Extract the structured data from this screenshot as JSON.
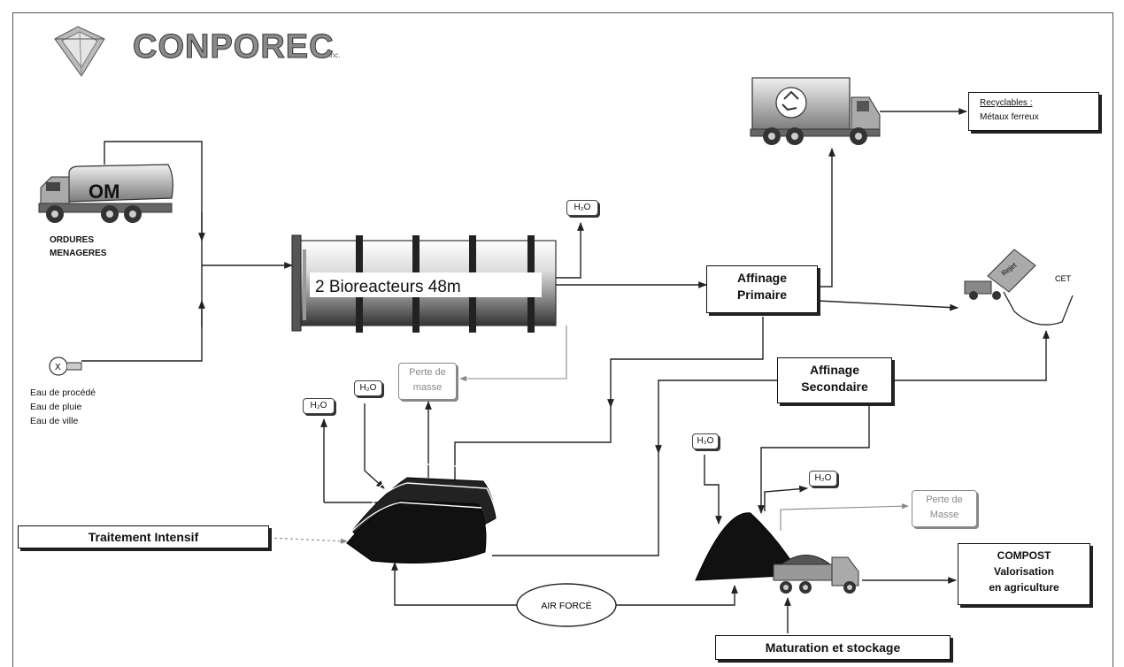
{
  "logo": {
    "name": "CONPOREC",
    "suffix": "inc."
  },
  "truck_om_label": "OM",
  "ordures_lines": [
    "ORDURES",
    "MENAGERES"
  ],
  "eau_lines": [
    "Eau de procédé",
    "Eau de pluie",
    "Eau de ville"
  ],
  "pump_label": "X",
  "bioreactor_label": "2 Bioreacteurs 48m",
  "h2o_label": "H₂O",
  "perte_masse_1": [
    "Perte de",
    "masse"
  ],
  "perte_masse_2": [
    "Perte de",
    "Masse"
  ],
  "affinage_primaire": [
    "Affinage",
    "Primaire"
  ],
  "affinage_secondaire": [
    "Affinage",
    "Secondaire"
  ],
  "recyclables": {
    "title": "Recyclables :",
    "item": "Métaux ferreux"
  },
  "rejet_label": "Rejet",
  "cet_label": "CET",
  "traitement_intensif": "Traitement Intensif",
  "air_force": "AIR FORCÉ",
  "compost": [
    "COMPOST",
    "Valorisation",
    "en agriculture"
  ],
  "maturation": "Maturation et stockage"
}
